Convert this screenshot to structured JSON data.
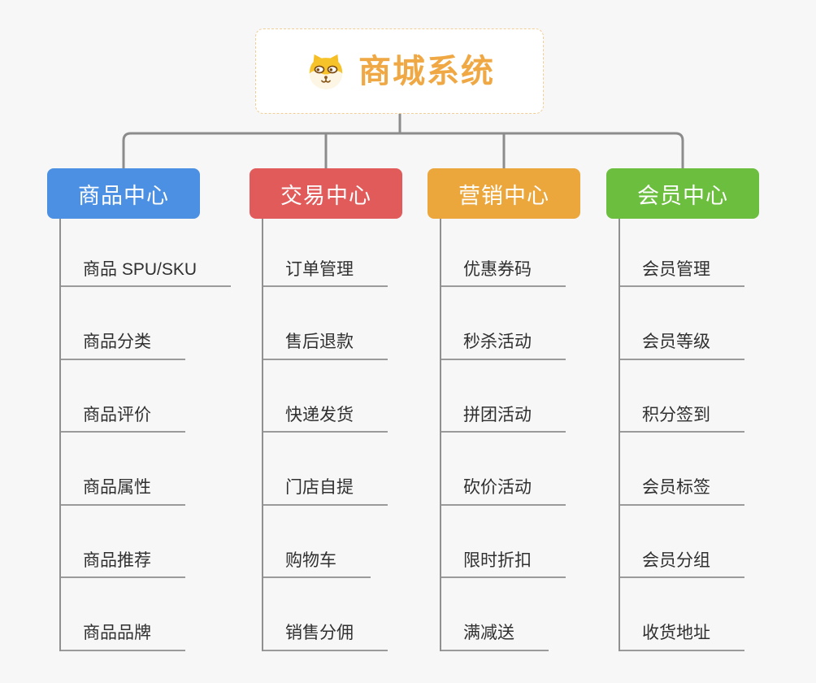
{
  "root": {
    "title": "商城系统",
    "icon": "dog-icon"
  },
  "colors": {
    "background": "#F7F7F7",
    "root_text": "#EFA843",
    "root_border": "#F2CE96",
    "connector": "#8C8C8C",
    "child_line": "#9B9B9B",
    "child_text": "#303030",
    "branch_blue": "#4B90E2",
    "branch_red": "#E25B5B",
    "branch_orange": "#EBA63C",
    "branch_green": "#6CBE3E"
  },
  "branches": [
    {
      "id": "product-center",
      "label": "商品中心",
      "color": "#4B90E2",
      "children": [
        "商品 SPU/SKU",
        "商品分类",
        "商品评价",
        "商品属性",
        "商品推荐",
        "商品品牌"
      ]
    },
    {
      "id": "trade-center",
      "label": "交易中心",
      "color": "#E25B5B",
      "children": [
        "订单管理",
        "售后退款",
        "快递发货",
        "门店自提",
        "购物车",
        "销售分佣"
      ]
    },
    {
      "id": "marketing-center",
      "label": "营销中心",
      "color": "#EBA63C",
      "children": [
        "优惠券码",
        "秒杀活动",
        "拼团活动",
        "砍价活动",
        "限时折扣",
        "满减送"
      ]
    },
    {
      "id": "member-center",
      "label": "会员中心",
      "color": "#6CBE3E",
      "children": [
        "会员管理",
        "会员等级",
        "积分签到",
        "会员标签",
        "会员分组",
        "收货地址"
      ]
    }
  ]
}
